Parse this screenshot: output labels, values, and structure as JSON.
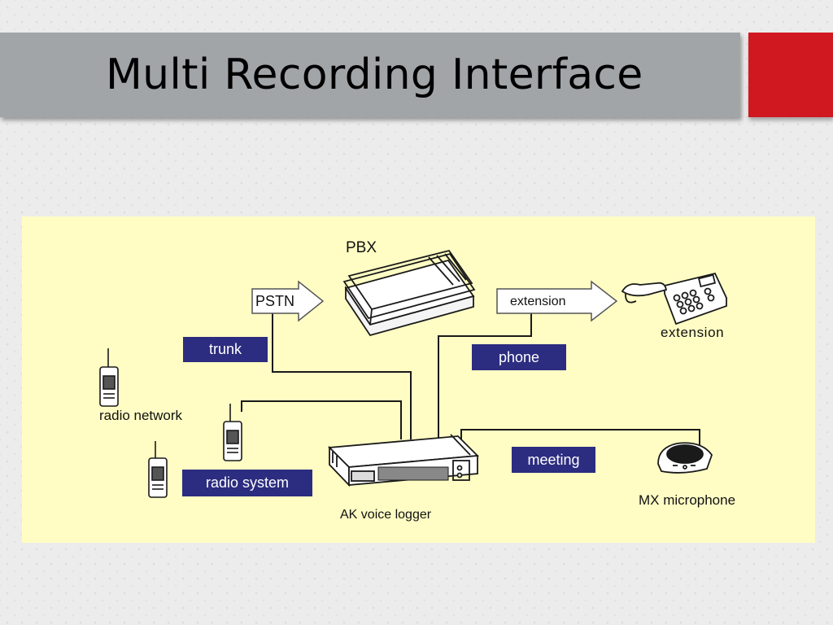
{
  "slide": {
    "title": "Multi Recording Interface",
    "colors": {
      "title_bar": "#a2a5a8",
      "accent": "#cf1820",
      "panel": "#fffdc4",
      "label_fill": "#2c2c80"
    }
  },
  "diagram": {
    "pbx_label": "PBX",
    "pstn_label": "PSTN",
    "extension_arrow_label": "extension",
    "extension_phone_label": "extension",
    "trunk_label": "trunk",
    "phone_label": "phone",
    "radio_network_label": "radio  network",
    "radio_system_label": "radio  system",
    "meeting_label": "meeting",
    "mx_microphone_label": "MX microphone",
    "logger_label": "AK voice logger",
    "icons": [
      "pbx-icon",
      "desk-phone-icon",
      "walkie-talkie-icon",
      "voice-logger-icon",
      "conference-microphone-icon",
      "arrow-icon"
    ]
  }
}
